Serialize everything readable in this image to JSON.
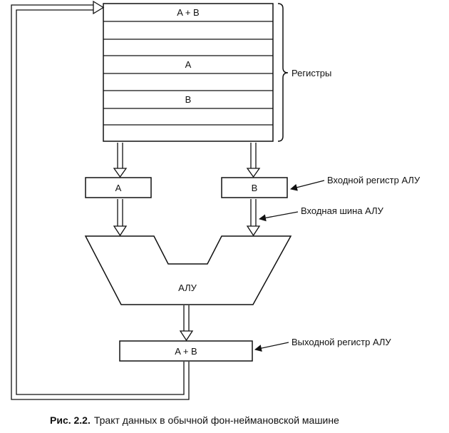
{
  "registers": {
    "label": "Регистры",
    "rows": [
      "A + B",
      "",
      "",
      "A",
      "",
      "B",
      "",
      ""
    ]
  },
  "input_register_a": "A",
  "input_register_b": "B",
  "alu_label": "АЛУ",
  "output_register": "A + B",
  "annotations": {
    "input_register": "Входной регистр АЛУ",
    "input_bus": "Входная шина АЛУ",
    "output_register": "Выходной регистр АЛУ"
  },
  "caption": {
    "prefix": "Рис. 2.2.",
    "text": "Тракт данных в обычной фон-неймановской машине"
  }
}
